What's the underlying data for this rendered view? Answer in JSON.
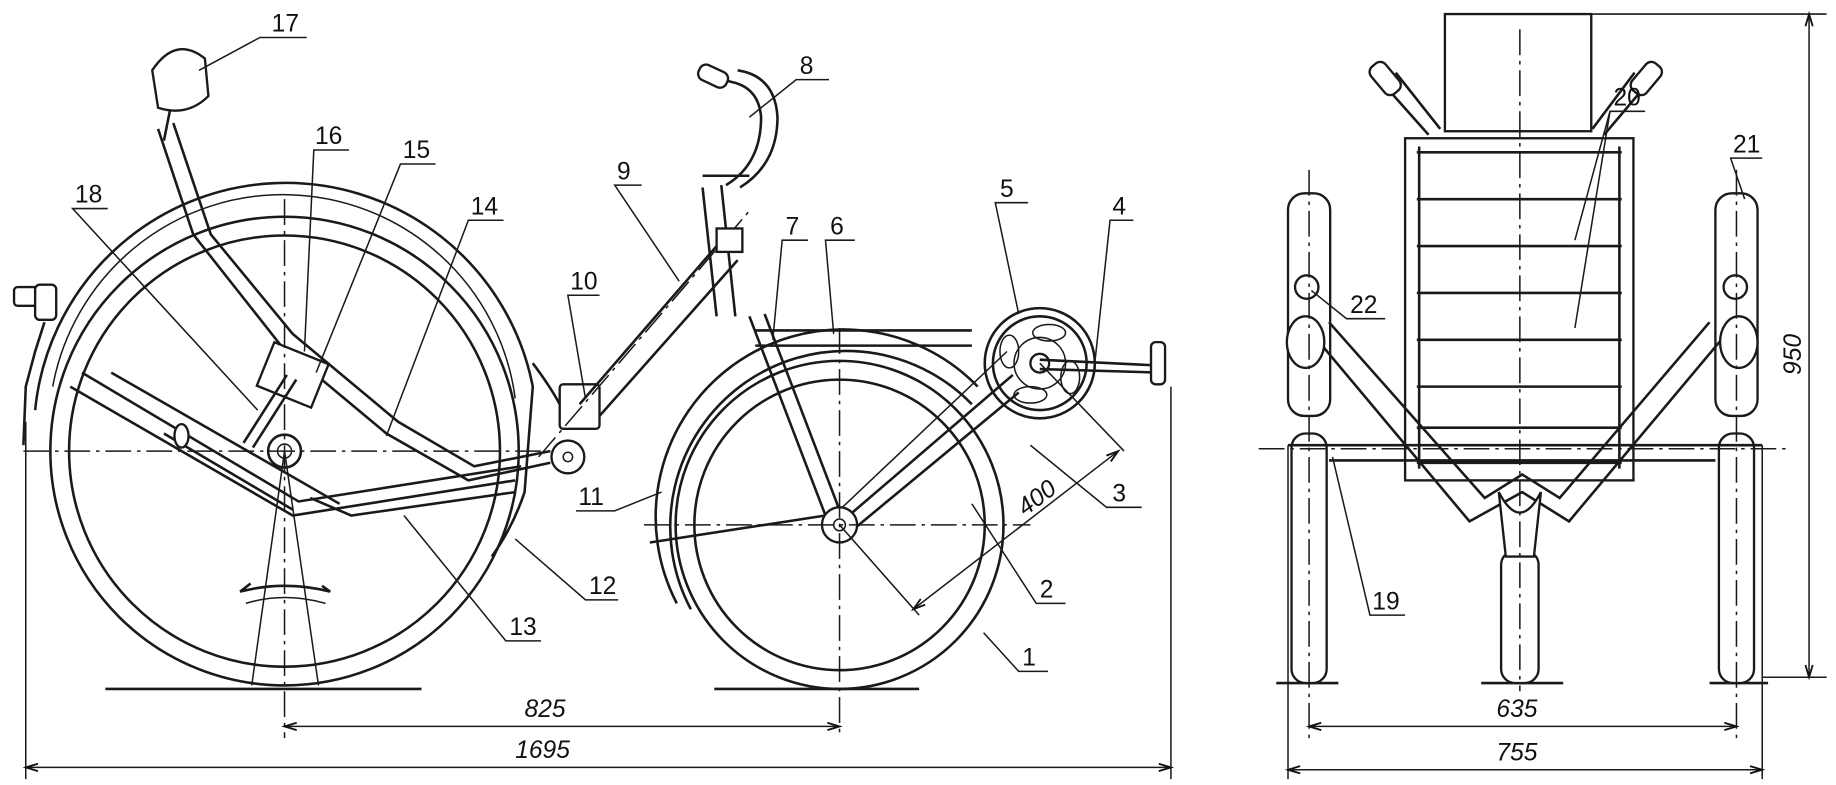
{
  "title": "Tricycle general arrangement drawing",
  "parts": {
    "p1": "1",
    "p2": "2",
    "p3": "3",
    "p4": "4",
    "p5": "5",
    "p6": "6",
    "p7": "7",
    "p8": "8",
    "p9": "9",
    "p10": "10",
    "p11": "11",
    "p12": "12",
    "p13": "13",
    "p14": "14",
    "p15": "15",
    "p16": "16",
    "p17": "17",
    "p18": "18",
    "p19": "19",
    "p20": "20",
    "p21": "21",
    "p22": "22"
  },
  "dimensions": {
    "wheelbase": "825",
    "overall_length": "1695",
    "crank_radius": "400",
    "track_inner": "635",
    "overall_width": "755",
    "overall_height": "950"
  }
}
